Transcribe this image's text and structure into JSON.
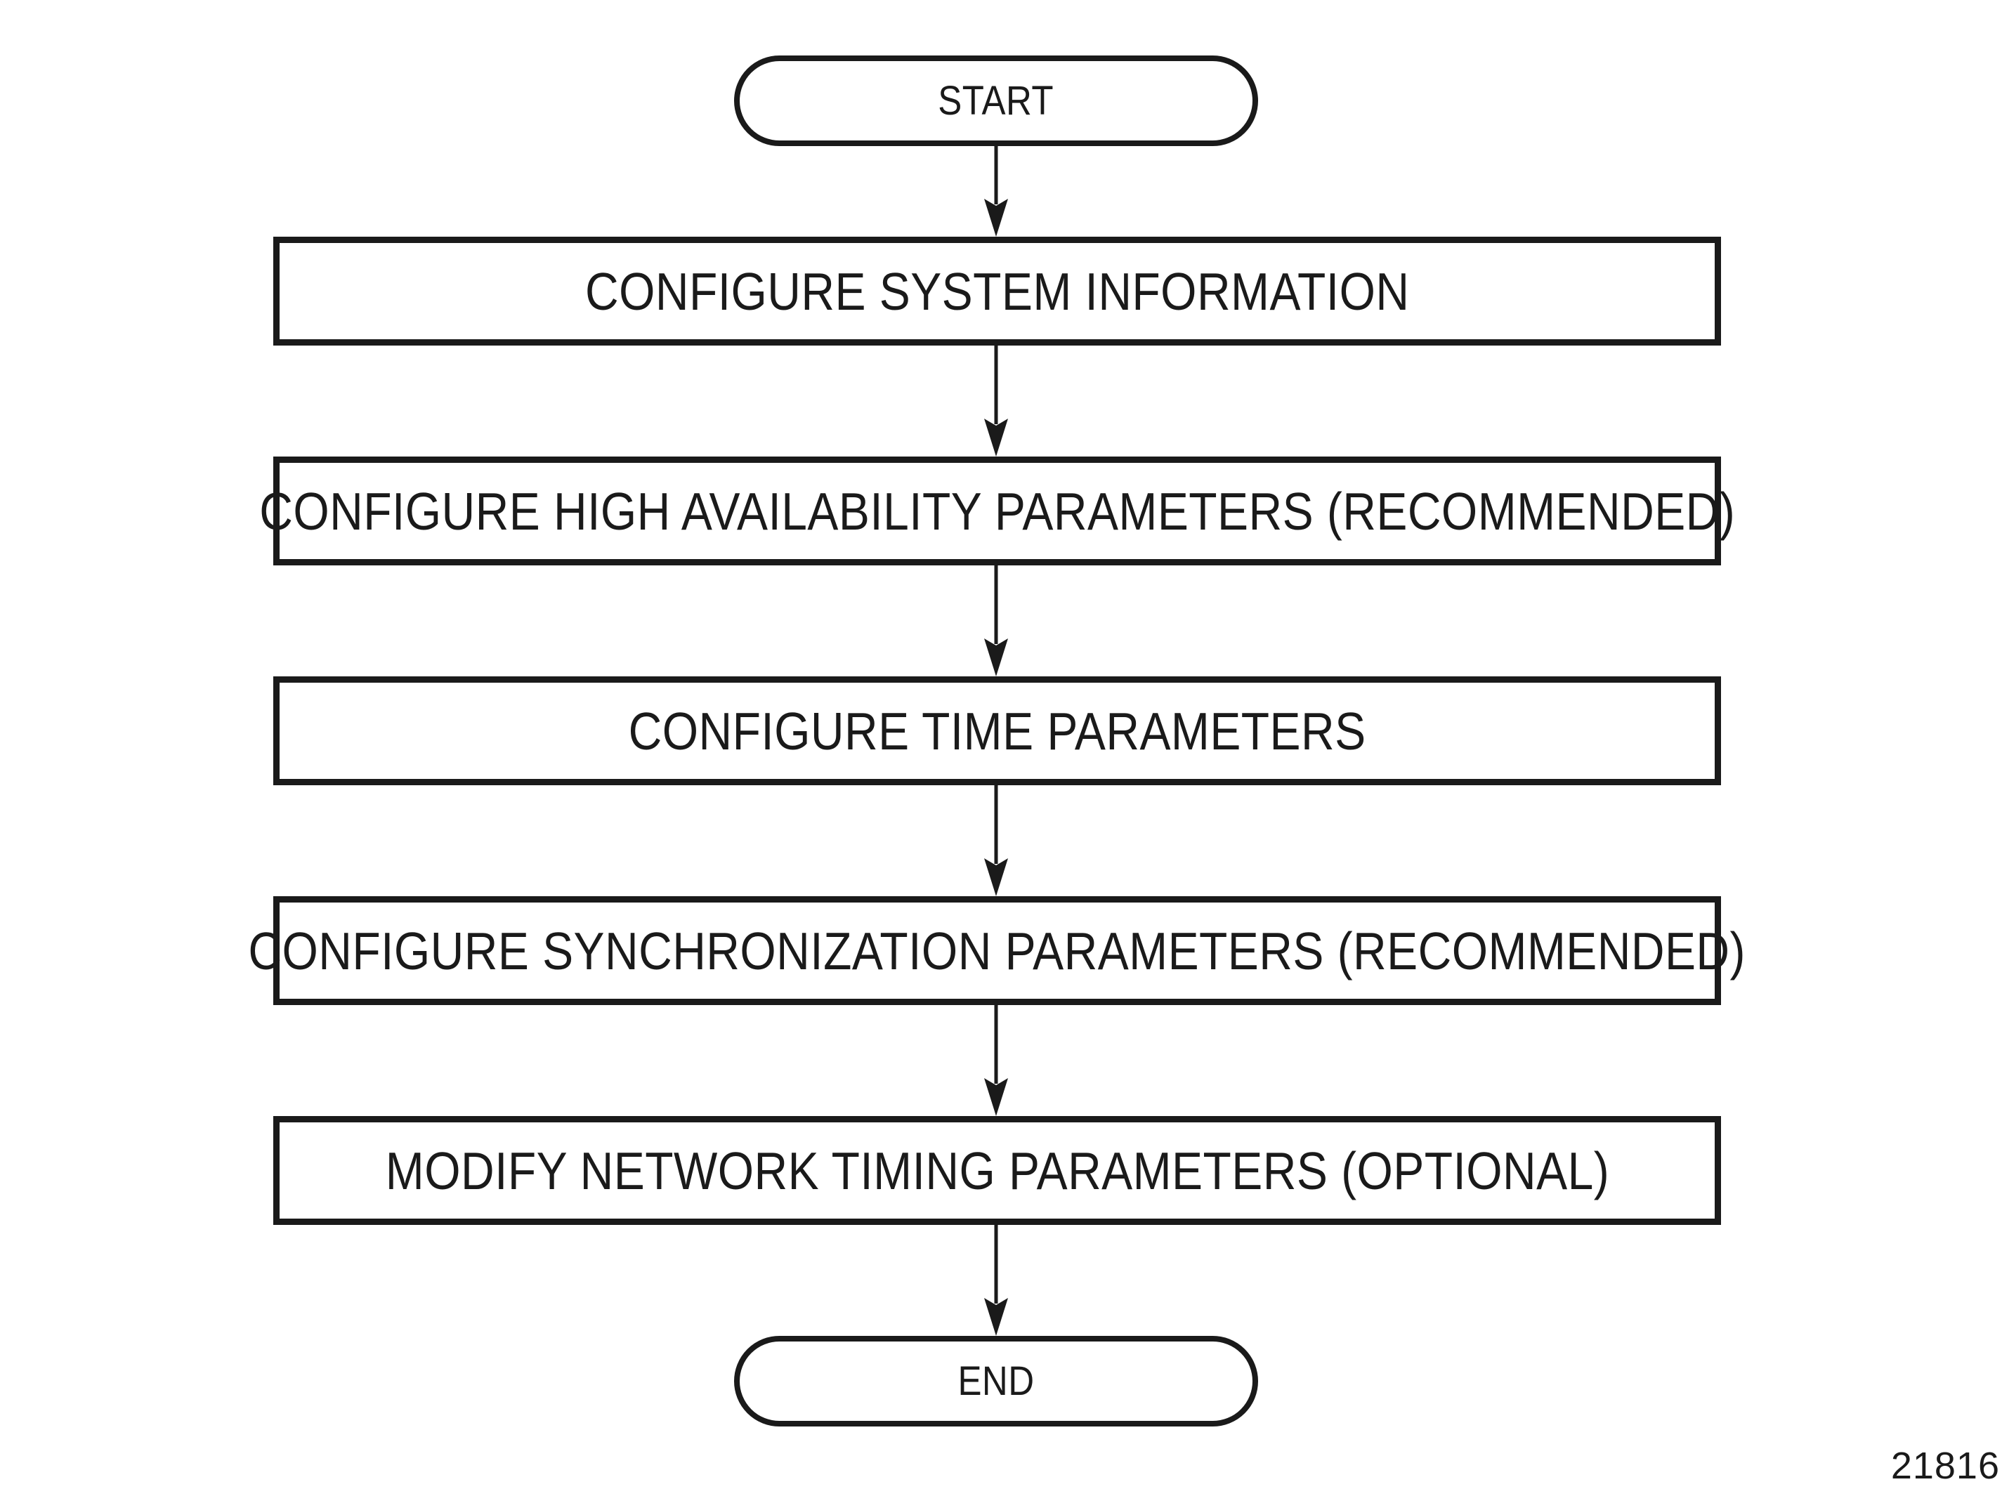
{
  "figure": {
    "type": "flowchart",
    "figure_number": "21816",
    "colors": {
      "ink": "#1a1a1a",
      "background": "#ffffff"
    },
    "flow": {
      "start": {
        "label": "START"
      },
      "steps": [
        {
          "label": "CONFIGURE SYSTEM INFORMATION"
        },
        {
          "label": "CONFIGURE HIGH AVAILABILITY PARAMETERS (RECOMMENDED)"
        },
        {
          "label": "CONFIGURE TIME PARAMETERS"
        },
        {
          "label": "CONFIGURE SYNCHRONIZATION PARAMETERS (RECOMMENDED)"
        },
        {
          "label": "MODIFY NETWORK TIMING PARAMETERS (OPTIONAL)"
        }
      ],
      "end": {
        "label": "END"
      },
      "connector": "arrow-down"
    }
  }
}
